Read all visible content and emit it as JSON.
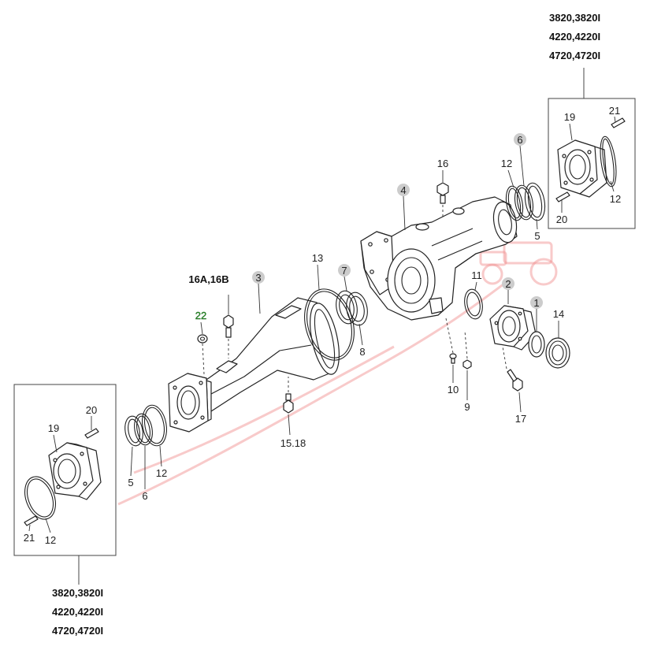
{
  "diagram": {
    "model_labels_top": [
      "3820,3820I",
      "4220,4220I",
      "4720,4720I"
    ],
    "model_labels_bottom": [
      "3820,3820I",
      "4220,4220I",
      "4720,4720I"
    ],
    "callouts": {
      "p1": "1",
      "p2": "2",
      "p3": "3",
      "p4": "4",
      "p5_right": "5",
      "p5_left": "5",
      "p6_right": "6",
      "p6_left": "6",
      "p7": "7",
      "p8": "8",
      "p9": "9",
      "p10": "10",
      "p11": "11",
      "p12_center": "12",
      "p12_box_top": "12",
      "p12_left": "12",
      "p12_box_bottom": "12",
      "p13": "13",
      "p14": "14",
      "p15_18": "15.18",
      "p16": "16",
      "p16a_16b": "16A,16B",
      "p17": "17",
      "p19_box_top": "19",
      "p19_box_bottom": "19",
      "p20_box_top": "20",
      "p20_box_bottom": "20",
      "p21_box_top": "21",
      "p21_box_bottom": "21",
      "p22": "22"
    },
    "colors": {
      "line": "#222222",
      "callout_circle": "#cccccc",
      "highlight": "#2e9e2e",
      "watermark": "#f08a8a"
    }
  }
}
